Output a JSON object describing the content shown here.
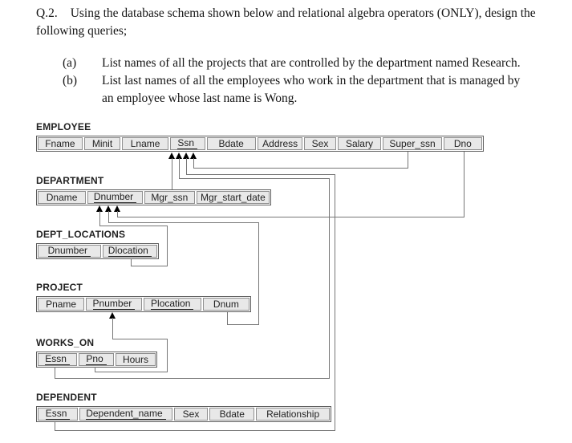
{
  "question": {
    "number": "Q.2.",
    "intro": "Using the database schema shown below and relational algebra operators (ONLY), design the following queries;",
    "parts": [
      {
        "label": "(a)",
        "text": "List names of all the projects that are controlled by the department named Research."
      },
      {
        "label": "(b)",
        "text": "List last names of all the employees who work in the department that is managed by an employee whose last name is Wong."
      }
    ]
  },
  "schema": {
    "tables": {
      "employee": {
        "name": "EMPLOYEE",
        "columns": [
          "Fname",
          "Minit",
          "Lname",
          "Ssn",
          "Bdate",
          "Address",
          "Sex",
          "Salary",
          "Super_ssn",
          "Dno"
        ],
        "underlined": [
          "Ssn"
        ]
      },
      "department": {
        "name": "DEPARTMENT",
        "columns": [
          "Dname",
          "Dnumber",
          "Mgr_ssn",
          "Mgr_start_date"
        ],
        "underlined": [
          "Dnumber"
        ]
      },
      "dept_locations": {
        "name": "DEPT_LOCATIONS",
        "columns": [
          "Dnumber",
          "Dlocation"
        ],
        "underlined": [
          "Dnumber",
          "Dlocation"
        ]
      },
      "project": {
        "name": "PROJECT",
        "columns": [
          "Pname",
          "Pnumber",
          "Plocation",
          "Dnum"
        ],
        "underlined": [
          "Pnumber",
          "Plocation"
        ]
      },
      "works_on": {
        "name": "WORKS_ON",
        "columns": [
          "Essn",
          "Pno",
          "Hours"
        ],
        "underlined": [
          "Essn",
          "Pno"
        ]
      },
      "dependent": {
        "name": "DEPENDENT",
        "columns": [
          "Essn",
          "Dependent_name",
          "Sex",
          "Bdate",
          "Relationship"
        ],
        "underlined": [
          "Essn",
          "Dependent_name"
        ]
      }
    },
    "relationships": [
      {
        "from": "DEPARTMENT.Mgr_ssn",
        "to": "EMPLOYEE.Ssn"
      },
      {
        "from": "WORKS_ON.Essn",
        "to": "EMPLOYEE.Ssn"
      },
      {
        "from": "DEPENDENT.Essn",
        "to": "EMPLOYEE.Ssn"
      },
      {
        "from": "EMPLOYEE.Super_ssn",
        "to": "EMPLOYEE.Ssn"
      },
      {
        "from": "DEPT_LOCATIONS.Dnumber",
        "to": "DEPARTMENT.Dnumber"
      },
      {
        "from": "PROJECT.Dnum",
        "to": "DEPARTMENT.Dnumber"
      },
      {
        "from": "EMPLOYEE.Dno",
        "to": "DEPARTMENT.Dnumber"
      },
      {
        "from": "WORKS_ON.Pno",
        "to": "PROJECT.Pnumber"
      }
    ]
  },
  "colors": {
    "cell_fill": "#e8e8e8",
    "cell_border": "#8f8f8f",
    "outer_border": "#5e5e5e",
    "line": "#767676",
    "arrowhead": "#000000",
    "text": "#1c1c1c"
  }
}
